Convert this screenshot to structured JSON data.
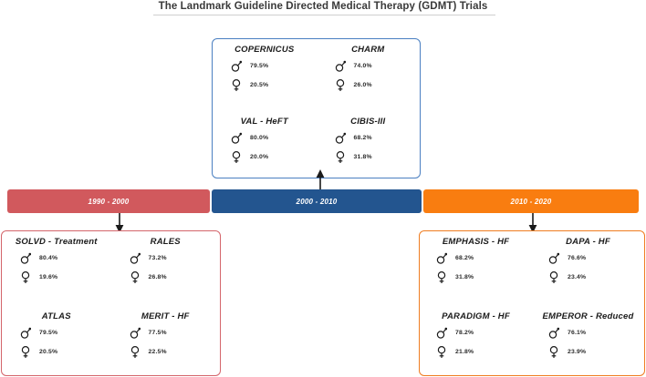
{
  "title": "The Landmark Guideline Directed Medical Therapy (GDMT) Trials",
  "icons": {
    "male": "male-gender-icon",
    "female": "female-gender-icon",
    "arrow_up": "arrow-up-icon",
    "arrow_down": "arrow-down-icon"
  },
  "colors": {
    "era_1990": "#d1595d",
    "era_2000": "#23558f",
    "era_2010": "#f97d10",
    "box_top_border": "#4a7fc1",
    "box_left_border": "#d4656b",
    "box_right_border": "#ef7c20",
    "title_text": "#3a3a3a"
  },
  "timeline": {
    "segments": [
      {
        "label": "1990 - 2000"
      },
      {
        "label": "2000 - 2010"
      },
      {
        "label": "2010 - 2020"
      }
    ]
  },
  "boxes": {
    "era_2000_2010": {
      "trials": [
        {
          "name": "COPERNICUS",
          "male": "79.5%",
          "female": "20.5%"
        },
        {
          "name": "CHARM",
          "male": "74.0%",
          "female": "26.0%"
        },
        {
          "name": "VAL - HeFT",
          "male": "80.0%",
          "female": "20.0%"
        },
        {
          "name": "CIBIS-III",
          "male": "68.2%",
          "female": "31.8%"
        }
      ]
    },
    "era_1990_2000": {
      "trials": [
        {
          "name": "SOLVD - Treatment",
          "male": "80.4%",
          "female": "19.6%"
        },
        {
          "name": "RALES",
          "male": "73.2%",
          "female": "26.8%"
        },
        {
          "name": "ATLAS",
          "male": "79.5%",
          "female": "20.5%"
        },
        {
          "name": "MERIT - HF",
          "male": "77.5%",
          "female": "22.5%"
        }
      ]
    },
    "era_2010_2020": {
      "trials": [
        {
          "name": "EMPHASIS - HF",
          "male": "68.2%",
          "female": "31.8%"
        },
        {
          "name": "DAPA - HF",
          "male": "76.6%",
          "female": "23.4%"
        },
        {
          "name": "PARADIGM - HF",
          "male": "78.2%",
          "female": "21.8%"
        },
        {
          "name": "EMPEROR - Reduced",
          "male": "76.1%",
          "female": "23.9%"
        }
      ]
    }
  }
}
